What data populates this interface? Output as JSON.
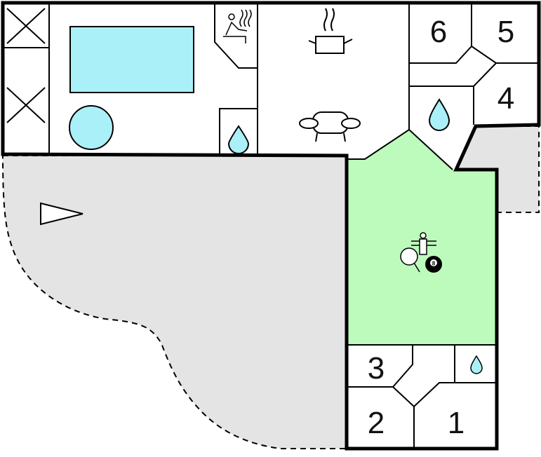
{
  "colors": {
    "garden": "#e4e4e4",
    "activity_room": "#bdfbbd",
    "water": "#aaf0f8",
    "wall": "#000000"
  },
  "rooms": {
    "r1": "1",
    "r2": "2",
    "r3": "3",
    "r4": "4",
    "r5": "5",
    "r6": "6"
  },
  "icons": [
    "pool",
    "hot-tub",
    "sauna",
    "shower",
    "kitchen-pot",
    "sofa",
    "table-tennis",
    "foosball",
    "billiard-ball",
    "compass-arrow"
  ],
  "billiard_number": "8"
}
